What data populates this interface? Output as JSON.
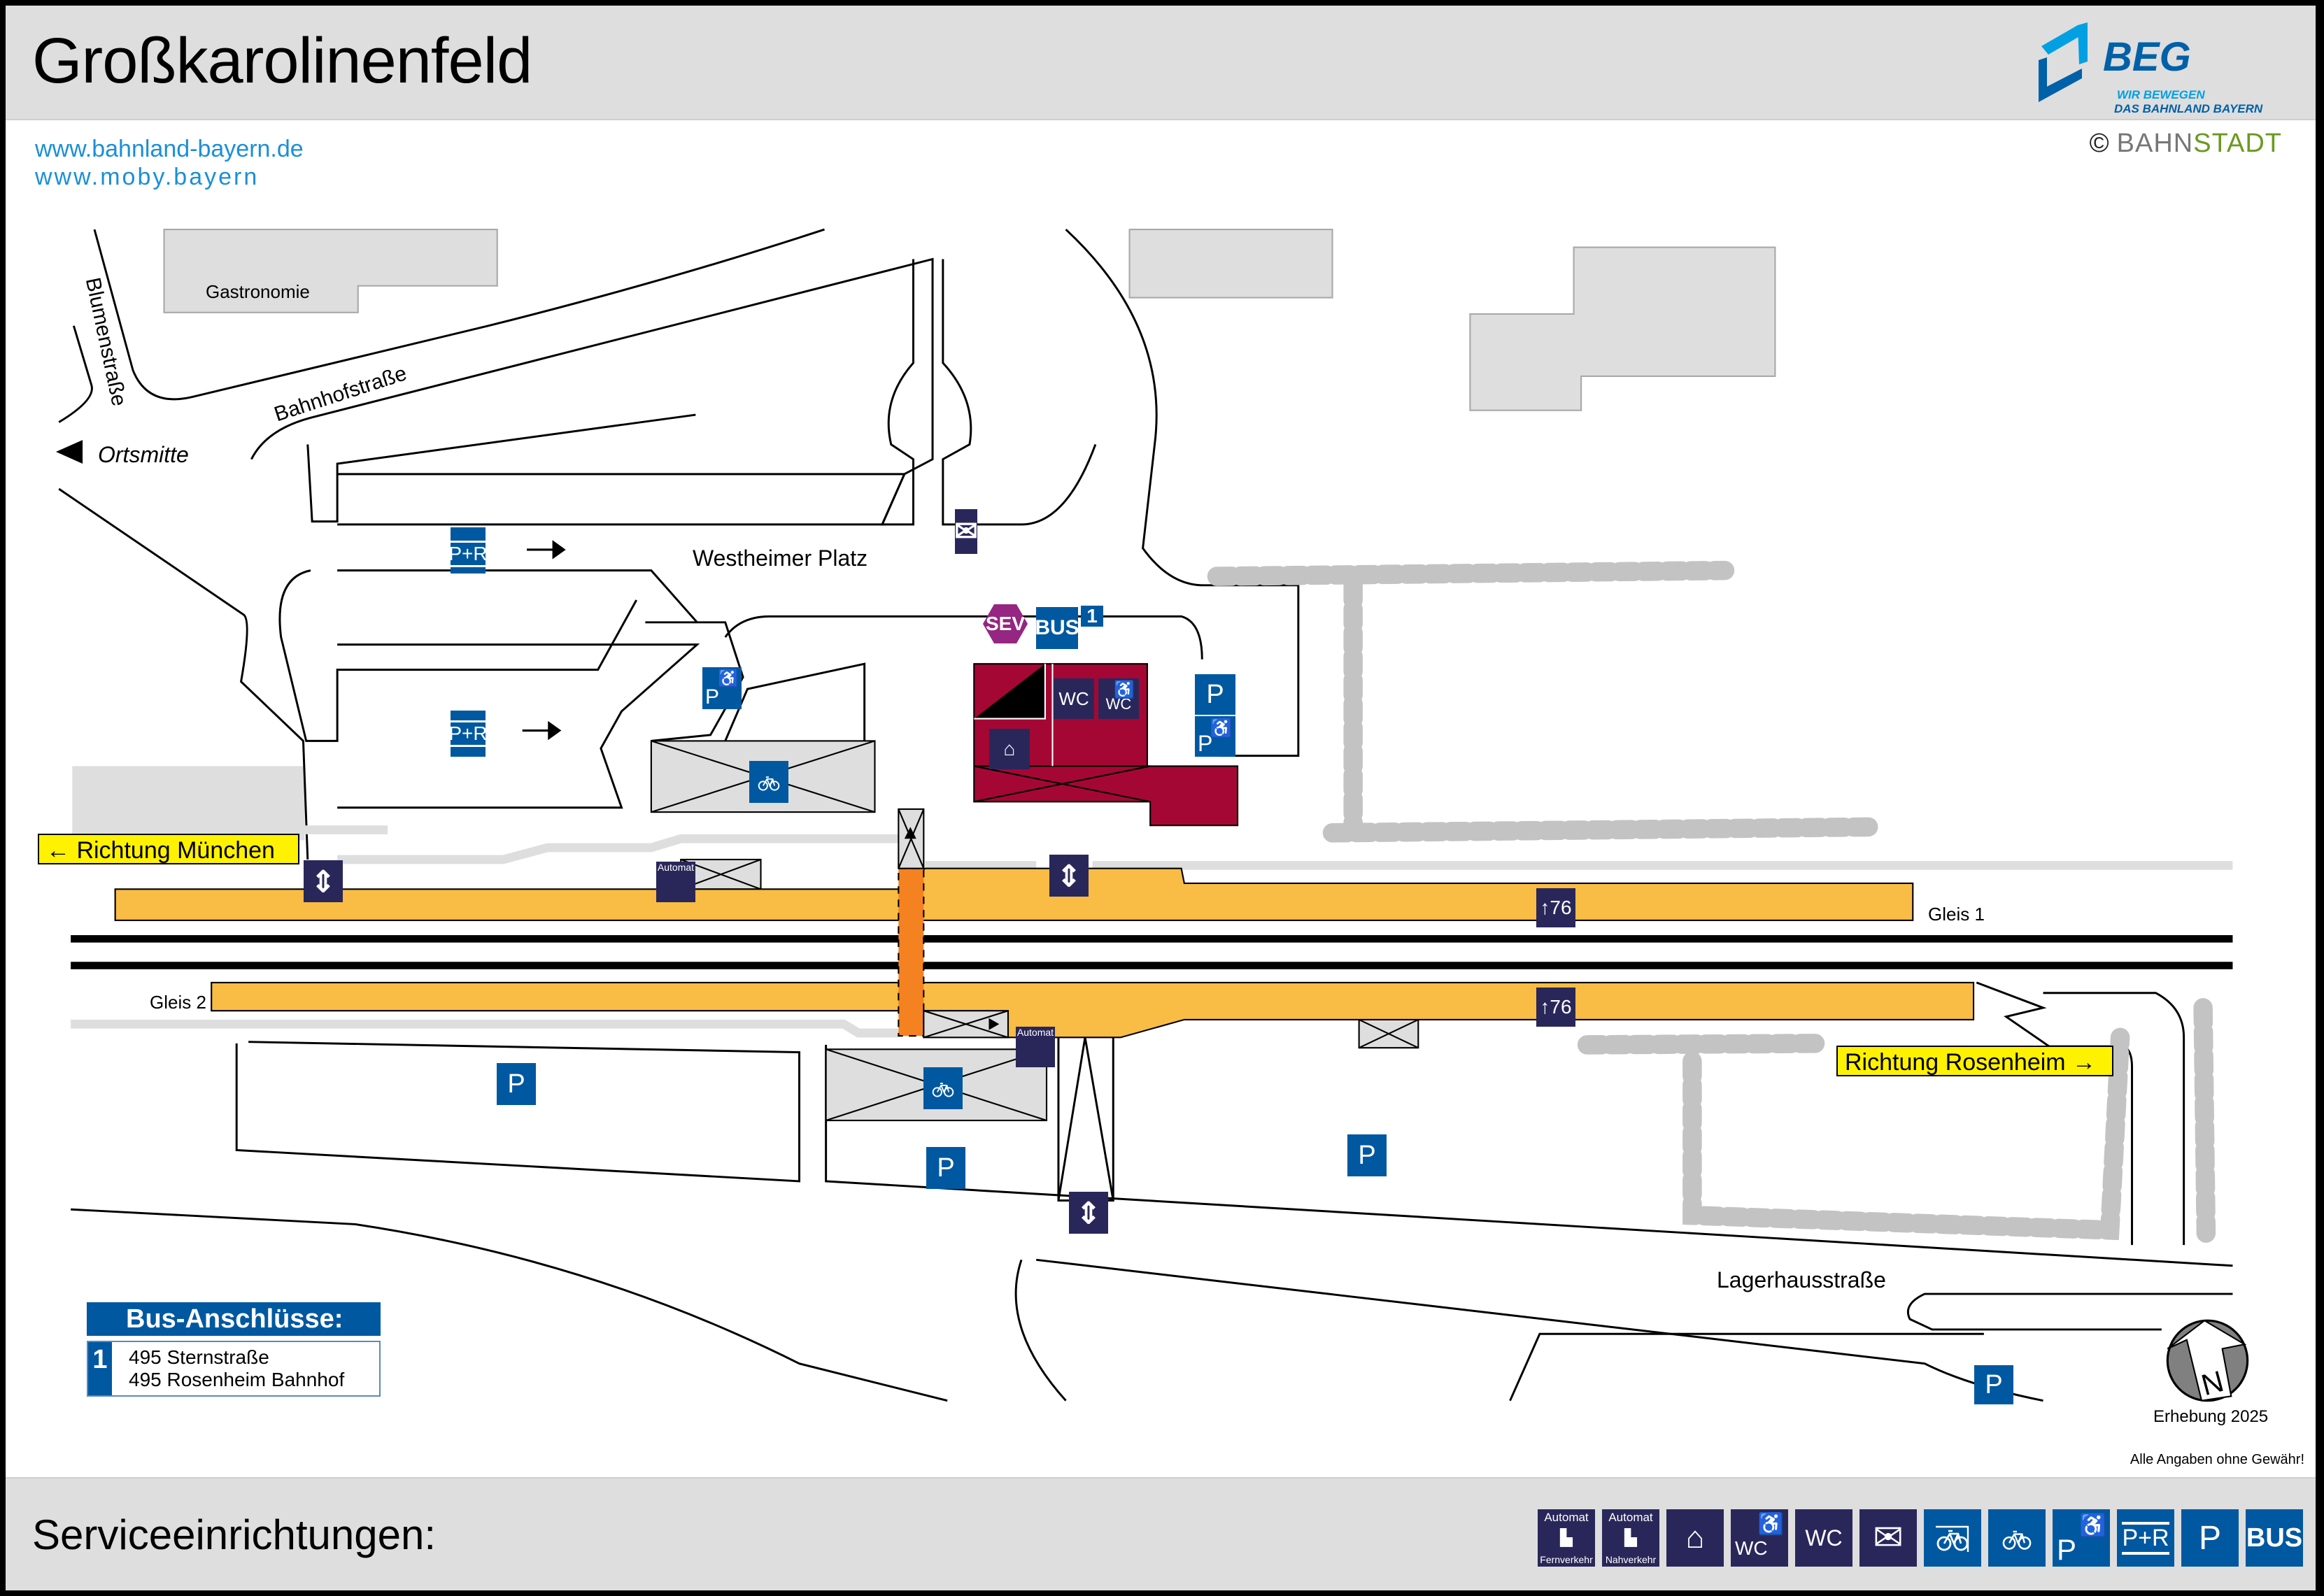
{
  "header": {
    "title": "Großkarolinenfeld",
    "logo": {
      "word": "BEG",
      "tagline_1": "WIR BEWEGEN",
      "tagline_2": "DAS BAHNLAND BAYERN"
    },
    "links": [
      "www.bahnland-bayern.de",
      "www.moby.bayern"
    ],
    "copyright": {
      "symbol": "©",
      "part_1": "BAHN",
      "part_2": "STADT"
    }
  },
  "colors": {
    "platform": "#f9bc45",
    "underpass": "#f58220",
    "station_building": "#a50734",
    "sign_navy": "#29275a",
    "sign_blue": "#0058a0",
    "sev_purple": "#952681",
    "direction_sign": "#fff200",
    "building_gray": "#dedede",
    "hedge_gray": "#c3c3c3",
    "link_blue": "#1a8fd8"
  },
  "map": {
    "streets": {
      "blumenstrasse": "Blumenstraße",
      "bahnhofstrasse": "Bahnhofstraße",
      "westheimer_platz": "Westheimer Platz",
      "lagerhausstrasse": "Lagerhausstraße"
    },
    "ortsmitte": "Ortsmitte",
    "gastronomie": "Gastronomie",
    "directions": {
      "muenchen": "← Richtung München",
      "rosenheim": "Richtung Rosenheim →"
    },
    "platforms": {
      "gleis_1": "Gleis 1",
      "gleis_2": "Gleis 2",
      "height_1": "76",
      "height_2": "76"
    },
    "signs": {
      "pr": "P+R",
      "p": "P",
      "bus": "BUS",
      "sev": "SEV",
      "bus_stop_number": "1",
      "wc": "WC",
      "automat": "Automat"
    },
    "compass": "N",
    "survey": "Erhebung 2025",
    "disclaimer": "Alle Angaben ohne Gewähr!"
  },
  "bus_connections": {
    "title": "Bus-Anschlüsse:",
    "stops": [
      {
        "number": "1",
        "lines": [
          "495 Sternstraße",
          "495 Rosenheim Bahnhof"
        ]
      }
    ]
  },
  "footer": {
    "title": "Serviceeinrichtungen:",
    "legend": [
      {
        "icon": "ticket-machine-long-distance-icon",
        "top": "Automat",
        "bottom": "Fernverkehr",
        "style": "navy"
      },
      {
        "icon": "ticket-machine-regional-icon",
        "top": "Automat",
        "bottom": "Nahverkehr",
        "style": "navy"
      },
      {
        "icon": "waiting-room-icon",
        "style": "navy"
      },
      {
        "icon": "accessible-wc-icon",
        "label": "WC",
        "style": "navy"
      },
      {
        "icon": "wc-icon",
        "label": "WC",
        "style": "navy"
      },
      {
        "icon": "mailbox-icon",
        "style": "navy"
      },
      {
        "icon": "covered-bike-parking-icon",
        "style": "blue"
      },
      {
        "icon": "bike-parking-icon",
        "style": "blue"
      },
      {
        "icon": "accessible-parking-icon",
        "label": "P",
        "style": "blue"
      },
      {
        "icon": "park-and-ride-icon",
        "label": "P+R",
        "style": "blue"
      },
      {
        "icon": "parking-icon",
        "label": "P",
        "style": "blue"
      },
      {
        "icon": "bus-icon",
        "label": "BUS",
        "style": "blue"
      }
    ]
  }
}
